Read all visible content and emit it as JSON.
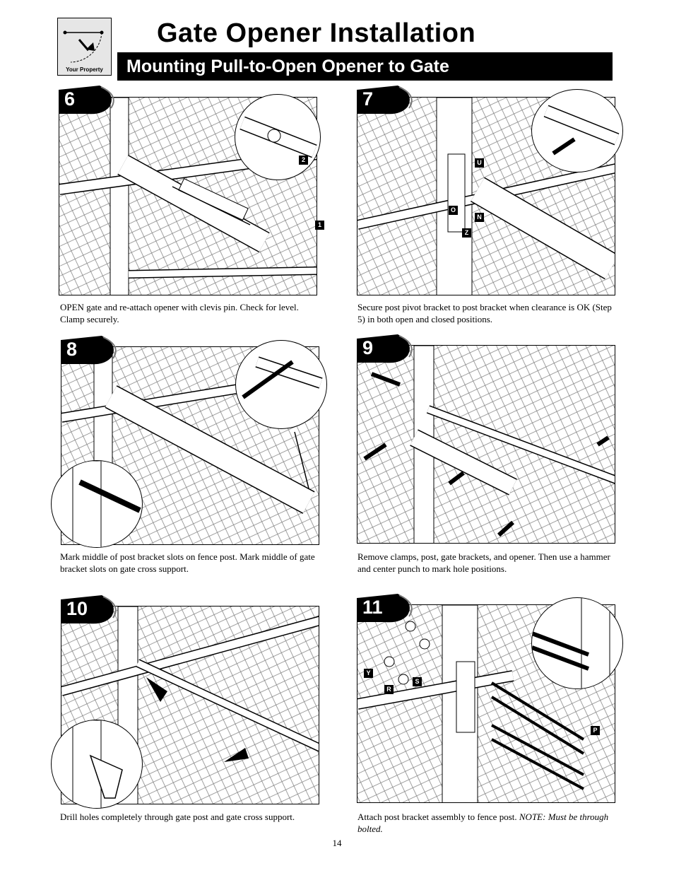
{
  "logo": {
    "caption": "Your Property"
  },
  "header": {
    "title": "Gate Opener Installation",
    "subtitle": "Mounting Pull-to-Open Opener to Gate"
  },
  "steps": [
    {
      "number": "6",
      "caption": "OPEN gate and re-attach opener with clevis pin. Check for level. Clamp securely.",
      "callouts": [
        "1",
        "2"
      ]
    },
    {
      "number": "7",
      "caption": "Secure post pivot bracket to post bracket when clearance is OK (Step 5) in both open and closed positions.",
      "callouts": [
        "U",
        "O",
        "N",
        "Z"
      ]
    },
    {
      "number": "8",
      "caption": "Mark middle of post bracket slots on fence post. Mark middle of gate bracket slots on gate cross support."
    },
    {
      "number": "9",
      "caption": "Remove clamps, post, gate brackets, and opener. Then use a hammer and center punch to mark hole positions."
    },
    {
      "number": "10",
      "caption": "Drill holes completely through gate post and gate cross support."
    },
    {
      "number": "11",
      "caption": "Attach post bracket assembly to fence post.",
      "note": "NOTE: Must be through bolted.",
      "callouts": [
        "Y",
        "R",
        "S",
        "P"
      ]
    }
  ],
  "page_number": "14"
}
